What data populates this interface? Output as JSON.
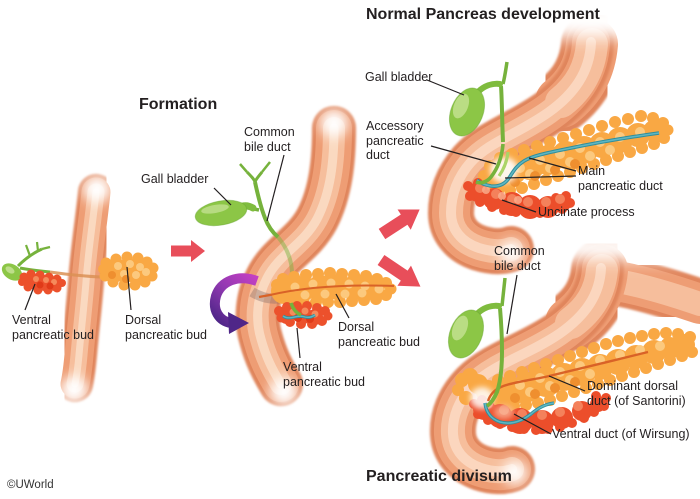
{
  "credit": "©UWorld",
  "titles": {
    "formation": "Formation",
    "normal_development": "Normal Pancreas development",
    "pancreatic_divisum": "Pancreatic divisum"
  },
  "stage_early": {
    "ventral_bud": "Ventral\npancreatic bud",
    "dorsal_bud": "Dorsal\npancreatic bud"
  },
  "stage_formation": {
    "gall_bladder": "Gall bladder",
    "common_bile_duct": "Common\nbile duct",
    "dorsal_bud": "Dorsal\npancreatic bud",
    "ventral_bud": "Ventral\npancreatic bud"
  },
  "stage_normal": {
    "gall_bladder": "Gall bladder",
    "accessory_duct": "Accessory\npancreatic\nduct",
    "main_duct": "Main\npancreatic duct",
    "uncinate": "Uncinate process"
  },
  "stage_divisum": {
    "common_bile_duct": "Common\nbile duct",
    "dominant_dorsal_duct": "Dominant dorsal\nduct (of Santorini)",
    "ventral_duct": "Ventral duct (of Wirsung)"
  },
  "colors": {
    "background": "#FFFFFF",
    "duodenum": "#EE9D74",
    "duodenum_edge": "#E0855C",
    "duodenum_highlight": "#FBDBC4",
    "pancreas_dorsal": "#F9A844",
    "pancreas_ventral": "#EC4E2B",
    "gall_bladder": "#8CC646",
    "bile_duct": "#76B23C",
    "accessory_duct": "#ABD468",
    "pancreatic_duct_teal": "#3E9FAD",
    "dorsal_duct_orange": "#D96227",
    "stage_arrow_red": "#E84E5A",
    "rotation_arrow_magenta": "#C73FC3",
    "rotation_arrow_purple": "#4F2688",
    "text": "#231F20"
  }
}
